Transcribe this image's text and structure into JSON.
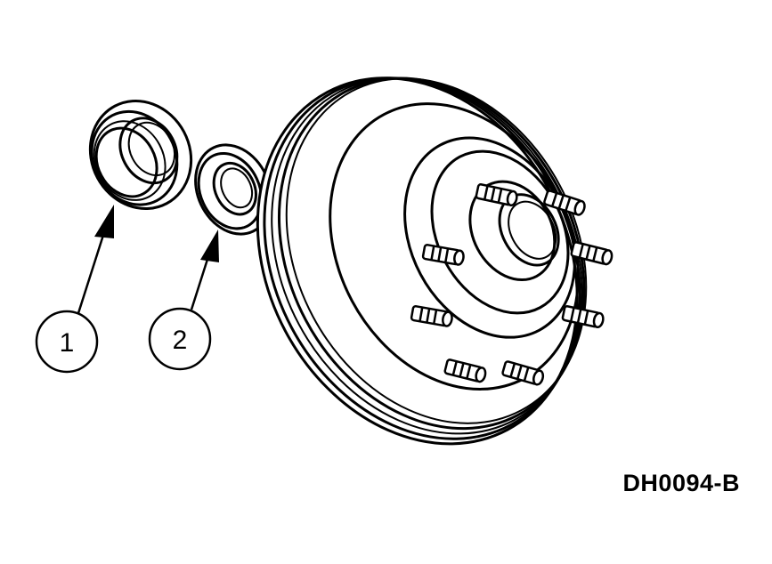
{
  "callouts": [
    {
      "label": "1"
    },
    {
      "label": "2"
    }
  ],
  "figure_id": "DH0094-B",
  "colors": {
    "line": "#000000",
    "background": "#ffffff"
  }
}
